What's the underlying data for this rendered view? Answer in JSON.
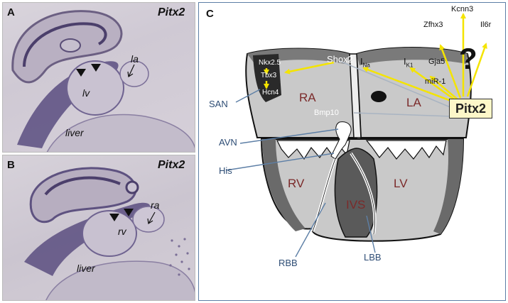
{
  "panel_a": {
    "letter": "A",
    "gene": "Pitx2",
    "labels": {
      "la": "la",
      "lv": "lv",
      "liver": "liver"
    }
  },
  "panel_b": {
    "letter": "B",
    "gene": "Pitx2",
    "labels": {
      "ra": "ra",
      "rv": "rv",
      "liver": "liver"
    }
  },
  "panel_c": {
    "letter": "C",
    "chambers": {
      "ra": "RA",
      "la": "LA",
      "rv": "RV",
      "lv": "LV",
      "ivs": "IVS"
    },
    "conduction": {
      "san": "SAN",
      "avn": "AVN",
      "his": "His",
      "rbb": "RBB",
      "lbb": "LBB"
    },
    "genes": {
      "nkx25": "Nkx2.5",
      "tbx3": "Tbx3",
      "hcn4": "Hcn4",
      "shox2": "Shox2",
      "bmp10": "Bmp10",
      "ina_base": "I",
      "ina_sub": "Na",
      "ik1_base": "I",
      "ik1_sub": "K1",
      "gja5": "Gja5",
      "mir1": "miR-1",
      "kcnn3": "Kcnn3",
      "zfhx3": "Zfhx3",
      "il6r": "Il6r",
      "pitx2": "Pitx2",
      "unknown": "?"
    }
  },
  "colors": {
    "arrow_yellow": "#f4e400",
    "label_blue": "#2e4d75",
    "chamber_text": "#7b2a2a",
    "gene_box_fill": "#fdf7c9"
  }
}
